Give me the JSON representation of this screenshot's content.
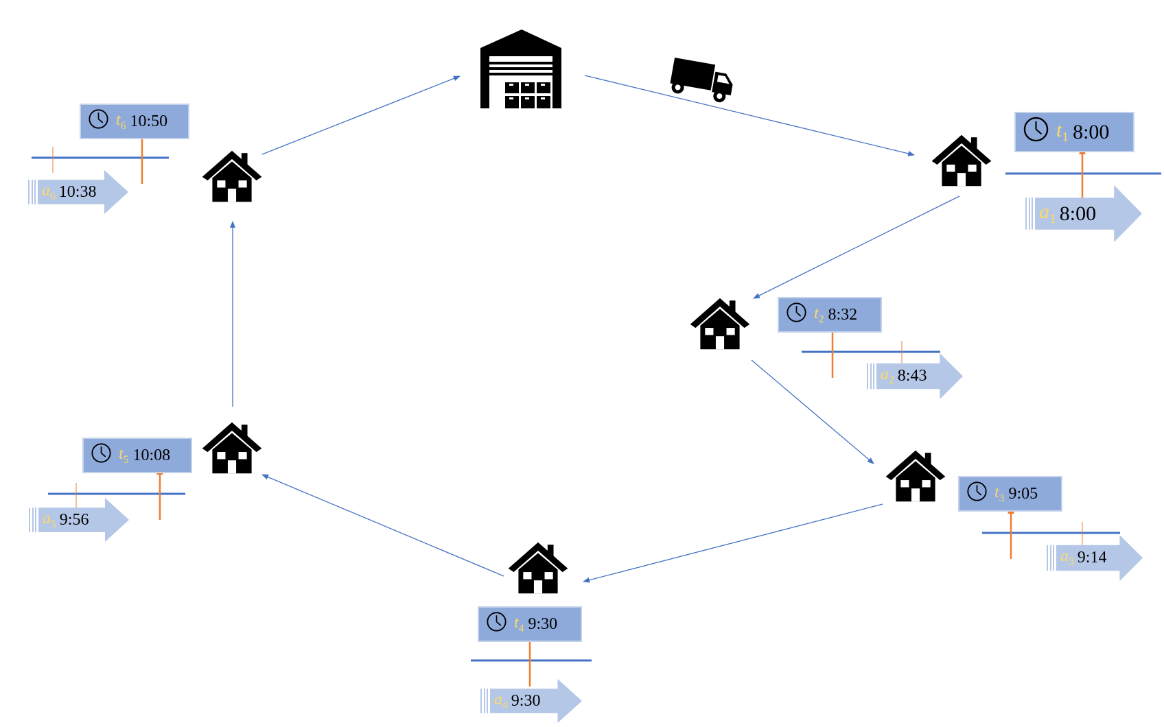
{
  "colors": {
    "route_line": "#4472c4",
    "timeline": "#4472c4",
    "time_box_fill": "#8eaadb",
    "arrival_arrow_fill": "#b4c7e7",
    "variable_label": "#ffd966",
    "service_arrow": "#ed7d31",
    "icon": "#000000"
  },
  "icons": {
    "depot": "warehouse-icon",
    "truck": "delivery-truck-icon",
    "customer": "house-icon",
    "time": "clock-icon"
  },
  "stops": [
    {
      "id": 1,
      "t_var": "t",
      "t_sub": "1",
      "t_time": "8:00",
      "a_var": "a",
      "a_sub": "1",
      "a_time": "8:00"
    },
    {
      "id": 2,
      "t_var": "t",
      "t_sub": "2",
      "t_time": "8:32",
      "a_var": "a",
      "a_sub": "2",
      "a_time": "8:43"
    },
    {
      "id": 3,
      "t_var": "t",
      "t_sub": "3",
      "t_time": "9:05",
      "a_var": "a",
      "a_sub": "3",
      "a_time": "9:14"
    },
    {
      "id": 4,
      "t_var": "t",
      "t_sub": "4",
      "t_time": "9:30",
      "a_var": "a",
      "a_sub": "4",
      "a_time": "9:30"
    },
    {
      "id": 5,
      "t_var": "t",
      "t_sub": "5",
      "t_time": "10:08",
      "a_var": "a",
      "a_sub": "5",
      "a_time": "9:56"
    },
    {
      "id": 6,
      "t_var": "t",
      "t_sub": "6",
      "t_time": "10:50",
      "a_var": "a",
      "a_sub": "6",
      "a_time": "10:38"
    }
  ],
  "route": [
    "depot",
    "stop-1",
    "stop-2",
    "stop-3",
    "stop-4",
    "stop-5",
    "stop-6",
    "depot"
  ]
}
